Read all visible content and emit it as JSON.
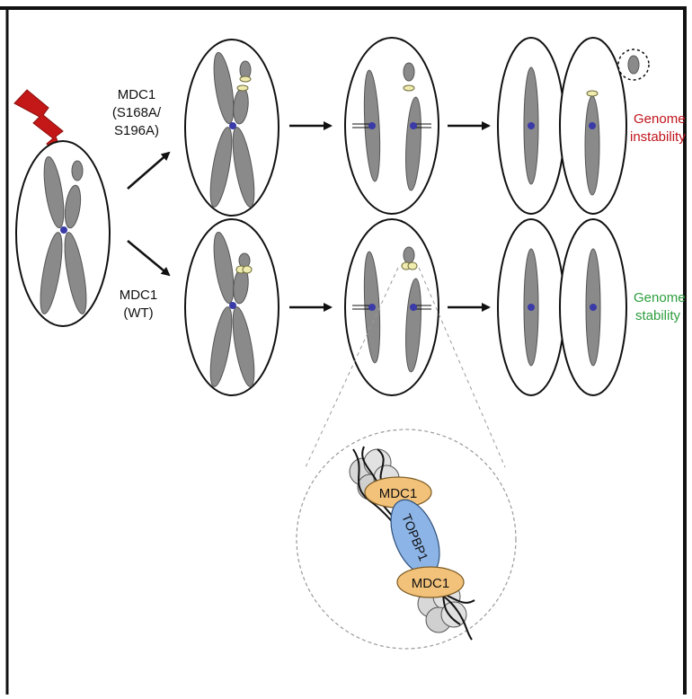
{
  "labels": {
    "mutant_line1": "MDC1",
    "mutant_line2": "(S168A/",
    "mutant_line3": "S196A)",
    "wt_line1": "MDC1",
    "wt_line2": "(WT)",
    "instability_line1": "Genome",
    "instability_line2": "instability",
    "stability_line1": "Genome",
    "stability_line2": "stability",
    "mdc1_top": "MDC1",
    "topbp1": "TOPBP1",
    "mdc1_bottom": "MDC1"
  },
  "colors": {
    "instability": "#c0141c",
    "stability": "#2e9e3e",
    "chromatid": "#8a8a8a",
    "centromere": "#3a3aa8",
    "break_end": "#f0ecb0",
    "mdc1": "#f3c27a",
    "topbp1": "#8cb4e6",
    "lightning": "#c41818",
    "nucleosome": "#d8d8d8",
    "frame": "#111111"
  },
  "icons": {
    "damage": "lightning-bolt-icon"
  }
}
